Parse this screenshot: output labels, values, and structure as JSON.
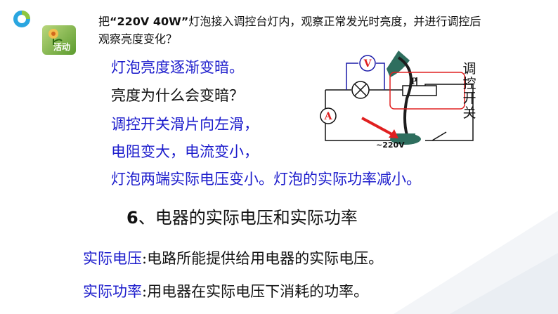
{
  "activity": {
    "label": "活动"
  },
  "task": {
    "prefix": "把",
    "quoted": "“220V 40W”",
    "rest": "灯泡接入调控台灯内，观察正常发光时亮度，并进行调控后观察亮度变化？"
  },
  "observations": {
    "dimming": "灯泡亮度逐渐变暗。",
    "question": "亮度为什么会变暗？",
    "slider": "调控开关滑片向左滑，",
    "resistance": "电阻变大，电流变小，",
    "conclusion": "灯泡两端实际电压变小。灯泡的实际功率减小。"
  },
  "diagram": {
    "voltmeter": "V",
    "ammeter": "A",
    "slider_label": "P",
    "supply": "~220V",
    "switch_label": [
      "调",
      "控",
      "开",
      "关"
    ]
  },
  "section": {
    "number": "6",
    "title": "、电器的实际电压和实际功率"
  },
  "definitions": [
    {
      "term": "实际电压",
      "sep": ":",
      "text": "电路所能提供给用电器的实际电压。"
    },
    {
      "term": "实际功率",
      "sep": ":",
      "text": "用电器在实际电压下消耗的功率。"
    }
  ],
  "colors": {
    "text_blue": "#1c1ccc",
    "circuit_blue": "#1a1aa8",
    "highlight_red": "#e02020"
  }
}
